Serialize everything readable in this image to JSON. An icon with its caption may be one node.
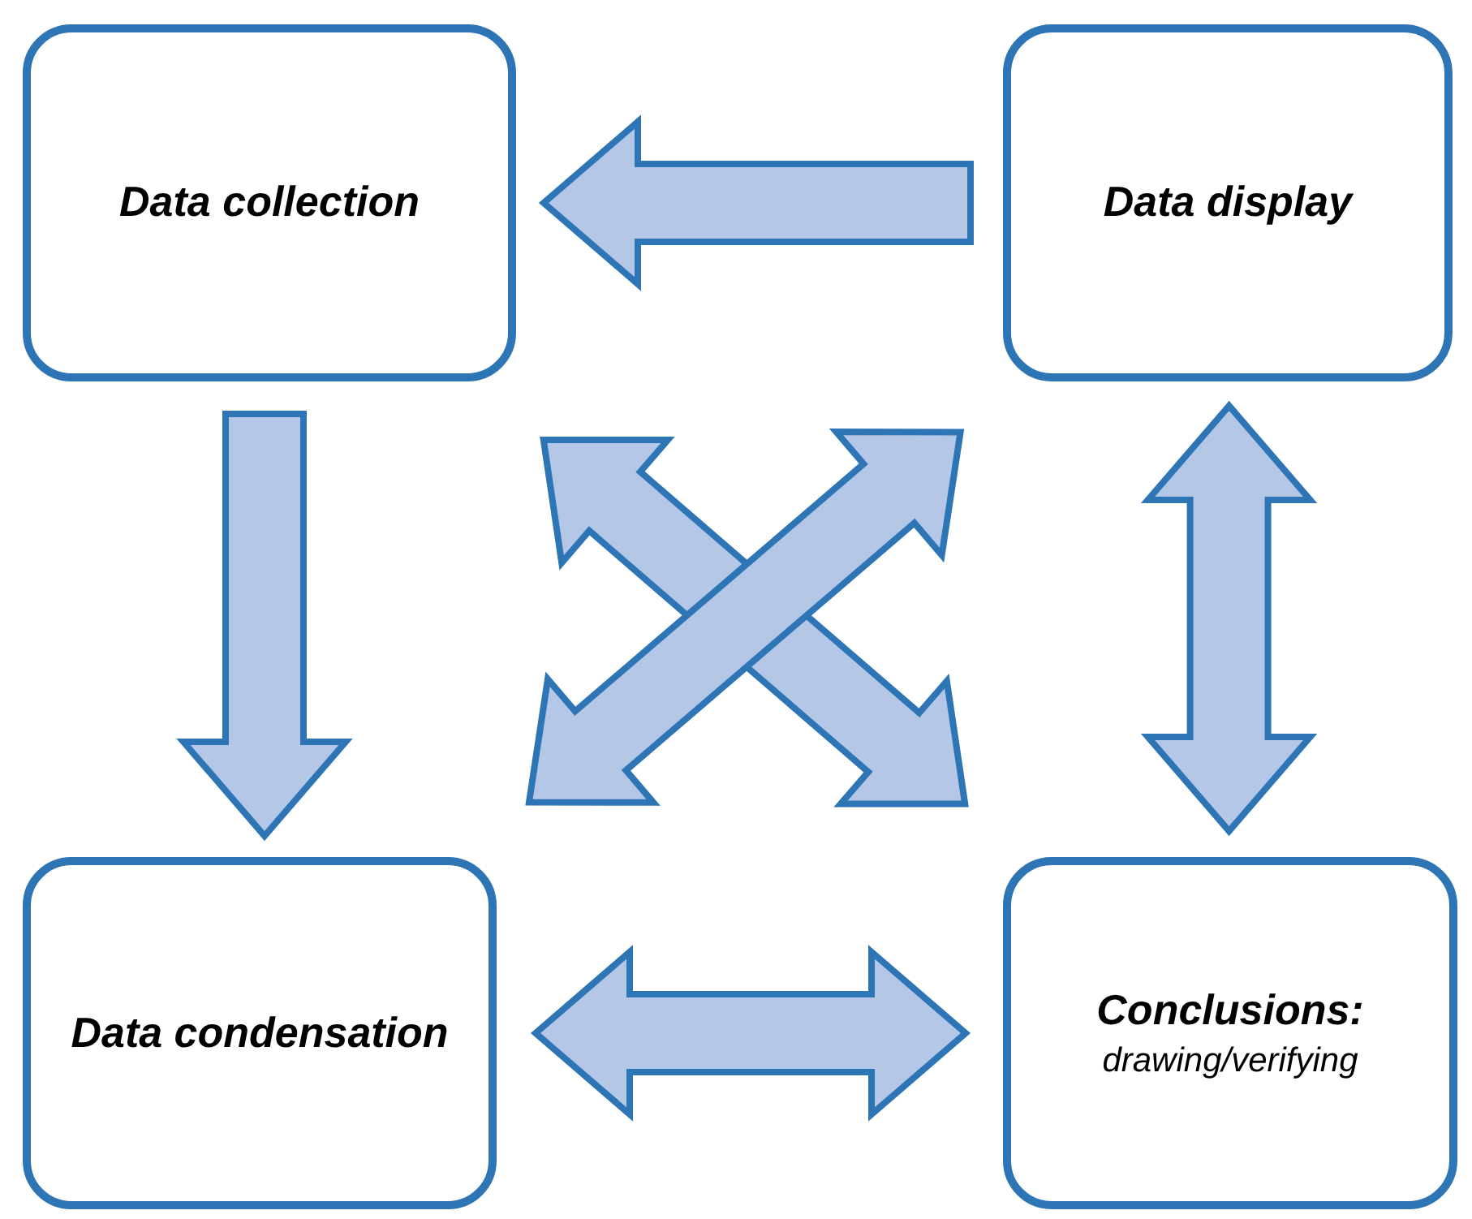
{
  "diagram": {
    "nodes": [
      {
        "text": [
          "Data collection"
        ]
      },
      {
        "text": [
          "Data display"
        ]
      },
      {
        "text": [
          "Data condensation"
        ]
      },
      {
        "text": [
          "Conclusions:",
          "drawing/verifying"
        ]
      }
    ],
    "edges": [
      {
        "from": 1,
        "to": 0,
        "arrow": "to"
      },
      {
        "from": 0,
        "to": 2,
        "arrow": "to"
      },
      {
        "from": 2,
        "to": 3,
        "arrow": "both"
      },
      {
        "from": 1,
        "to": 3,
        "arrow": "both"
      },
      {
        "from": 0,
        "to": 3,
        "arrow": "both"
      },
      {
        "from": 1,
        "to": 2,
        "arrow": "both"
      }
    ]
  }
}
